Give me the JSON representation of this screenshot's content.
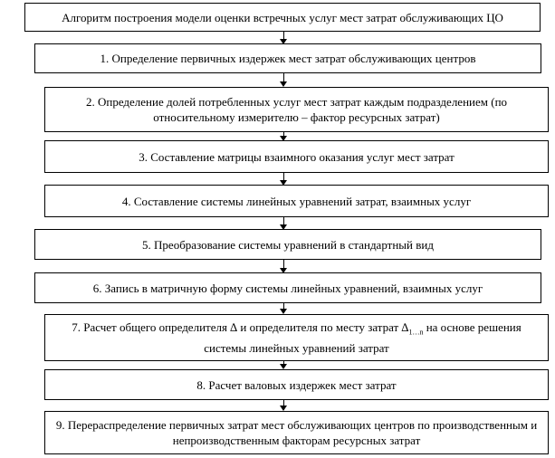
{
  "diagram": {
    "title": "Алгоритм построения модели оценки встречных услуг мест затрат обслуживающих  ЦО",
    "steps": [
      "1. Определение первичных издержек мест затрат обслуживающих центров",
      "2. Определение долей потребленных  услуг мест затрат каждым подразделением   (по относительному измерителю – фактор ресурсных затрат)",
      "3. Составление матрицы взаимного оказания услуг мест затрат",
      "4. Составление системы линейных уравнений затрат, взаимных услуг",
      "5. Преобразование системы уравнений в стандартный вид",
      "6. Запись в матричную форму системы линейных уравнений, взаимных услуг",
      "7. Расчет общего определителя ∆ и определителя по месту затрат ∆",
      "8. Расчет валовых издержек мест затрат",
      "9. Перераспределение  первичных затрат мест обслуживающих центров по производственным и непроизводственным факторам ресурсных затрат"
    ],
    "step7_subscript": "1…n",
    "step7_tail": " на основе решения системы линейных уравнений затрат"
  }
}
